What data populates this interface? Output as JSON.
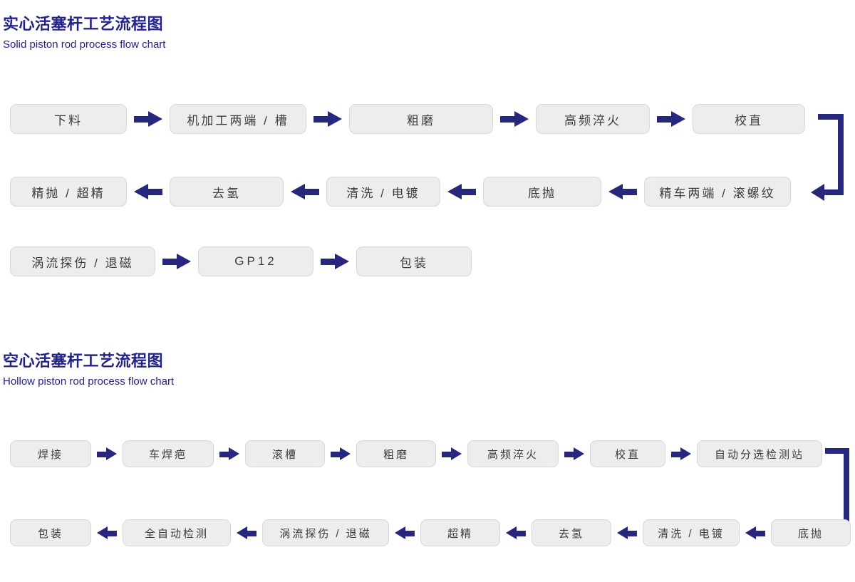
{
  "theme": {
    "accent": "#23238e",
    "arrow_color": "#26277e",
    "node_fill": "#ededed",
    "node_border": "#d8d8d8",
    "node_text": "#3c3c3c",
    "background": "#ffffff"
  },
  "sections": [
    {
      "id": "solid",
      "title_cn": "实心活塞杆工艺流程图",
      "title_en": "Solid piston rod process flow chart",
      "rows": [
        {
          "id": "solid-row-1",
          "direction": "ltr",
          "nodes": [
            "下料",
            "机加工两端 / 槽",
            "粗磨",
            "高频淬火",
            "校直"
          ]
        },
        {
          "id": "solid-row-2",
          "direction": "rtl",
          "nodes": [
            "精抛 / 超精",
            "去氢",
            "清洗 / 电镀",
            "底抛",
            "精车两端 / 滚螺纹"
          ]
        },
        {
          "id": "solid-row-3",
          "direction": "ltr",
          "nodes": [
            "涡流探伤 / 退磁",
            "GP12",
            "包装"
          ]
        }
      ]
    },
    {
      "id": "hollow",
      "title_cn": "空心活塞杆工艺流程图",
      "title_en": "Hollow piston rod process flow chart",
      "rows": [
        {
          "id": "hollow-row-1",
          "direction": "ltr",
          "nodes": [
            "焊接",
            "车焊疤",
            "滚槽",
            "粗磨",
            "高频淬火",
            "校直",
            "自动分选检测站"
          ]
        },
        {
          "id": "hollow-row-2",
          "direction": "rtl",
          "nodes": [
            "包装",
            "全自动检测",
            "涡流探伤 / 退磁",
            "超精",
            "去氢",
            "清洗 / 电镀",
            "底抛"
          ]
        }
      ]
    }
  ]
}
